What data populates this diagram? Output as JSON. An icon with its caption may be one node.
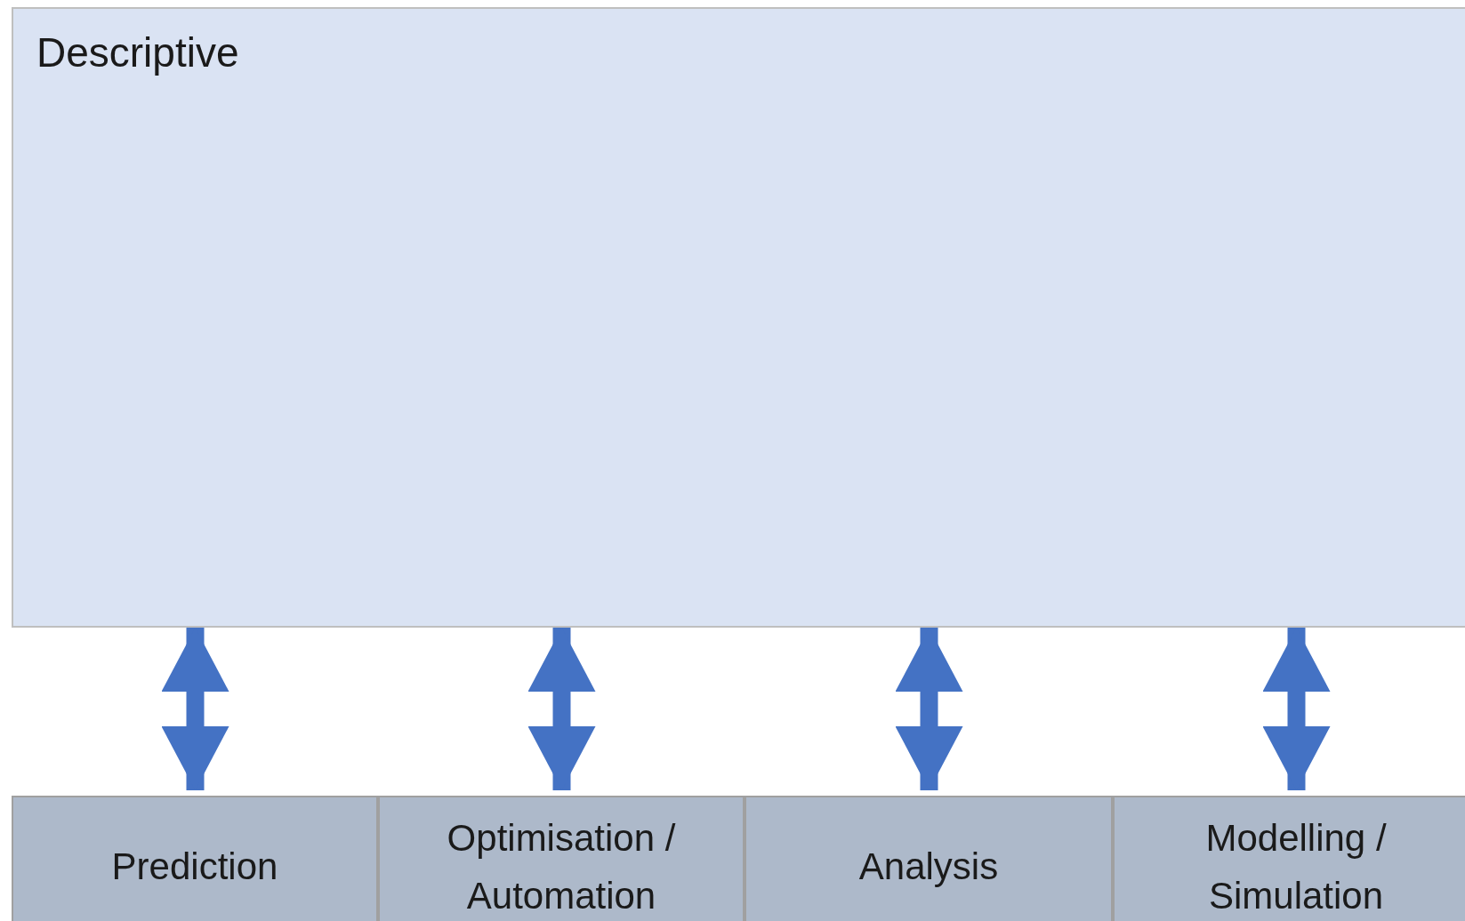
{
  "diagram": {
    "nodes": [
      {
        "text": [
          "Descriptive"
        ]
      },
      {
        "text": [
          "Prediction"
        ]
      },
      {
        "text": [
          "Optimisation / Automation"
        ]
      },
      {
        "text": [
          "Analysis"
        ]
      },
      {
        "text": [
          "Modelling / Simulation"
        ]
      }
    ],
    "edges": [
      {
        "from": 0,
        "to": 1,
        "arrow": "both"
      },
      {
        "from": 0,
        "to": 2,
        "arrow": "both"
      },
      {
        "from": 0,
        "to": 3,
        "arrow": "both"
      },
      {
        "from": 0,
        "to": 4,
        "arrow": "both"
      }
    ]
  }
}
